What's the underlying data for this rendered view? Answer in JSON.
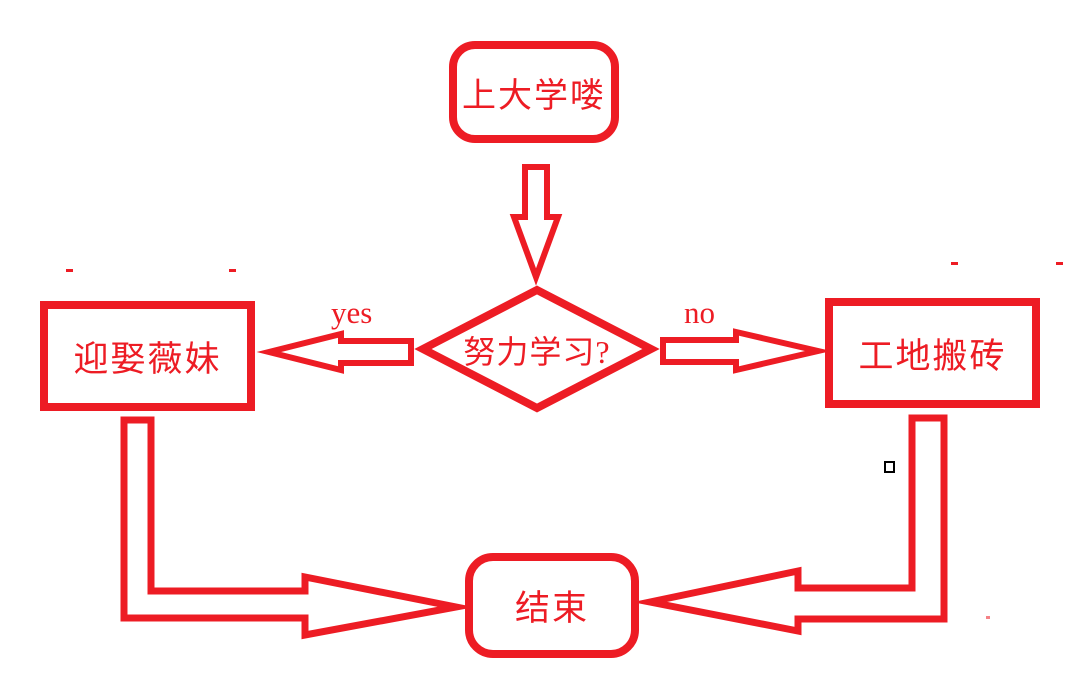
{
  "colors": {
    "accent": "#ED1C24",
    "background": "#FFFFFF",
    "stray_square_border": "#000000"
  },
  "flowchart": {
    "nodes": {
      "start": {
        "label": "上大学喽",
        "shape": "rounded-rect"
      },
      "decision": {
        "label": "努力学习?",
        "shape": "diamond"
      },
      "success": {
        "label": "迎娶薇妹",
        "shape": "rect"
      },
      "failure": {
        "label": "工地搬砖",
        "shape": "rect"
      },
      "end": {
        "label": "结束",
        "shape": "rounded-rect"
      }
    },
    "edge_labels": {
      "yes": "yes",
      "no": "no"
    },
    "edges": [
      {
        "from": "start",
        "to": "decision"
      },
      {
        "from": "decision",
        "to": "success",
        "label": "yes"
      },
      {
        "from": "decision",
        "to": "failure",
        "label": "no"
      },
      {
        "from": "success",
        "to": "end"
      },
      {
        "from": "failure",
        "to": "end"
      }
    ]
  }
}
